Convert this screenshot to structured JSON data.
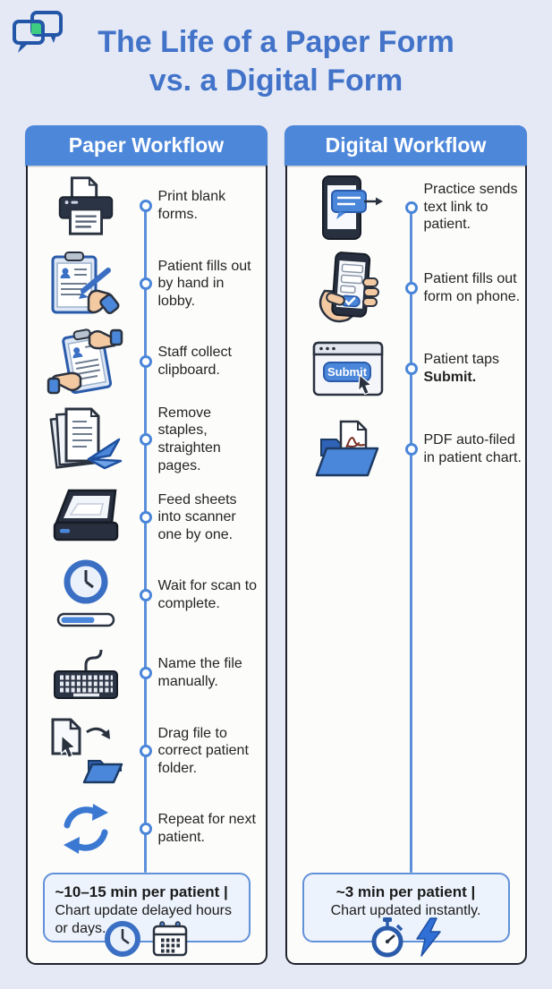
{
  "page": {
    "title_line1": "The Life of a Paper Form",
    "title_line2": "vs. a Digital Form",
    "logo_icon": "chat-bubbles-icon"
  },
  "colors": {
    "background": "#e4e9f5",
    "title_blue": "#4273c9",
    "header_bar_blue": "#4d87da",
    "timeline_blue": "#5b8fd9",
    "panel_border": "#20232e",
    "summary_bg": "#edf3fc",
    "accent_green": "#3ecb82"
  },
  "columns": [
    {
      "id": "paper",
      "title": "Paper Workflow",
      "steps": [
        {
          "icon": "printer-icon",
          "text": "Print blank forms.",
          "bold": ""
        },
        {
          "icon": "clipboard-pen-icon",
          "text": "Patient fills out by hand in lobby.",
          "bold": ""
        },
        {
          "icon": "hands-clipboard-icon",
          "text": "Staff collect clipboard.",
          "bold": ""
        },
        {
          "icon": "staple-remover-icon",
          "text": "Remove staples, straighten pages.",
          "bold": ""
        },
        {
          "icon": "scanner-icon",
          "text": "Feed sheets into scanner one by one.",
          "bold": ""
        },
        {
          "icon": "clock-progress-icon",
          "text": "Wait for scan to complete.",
          "bold": ""
        },
        {
          "icon": "keyboard-icon",
          "text": "Name the file manually.",
          "bold": ""
        },
        {
          "icon": "drag-file-folder-icon",
          "text": "Drag file to correct patient folder.",
          "bold": ""
        },
        {
          "icon": "repeat-icon",
          "text": "Repeat for next patient.",
          "bold": ""
        }
      ],
      "summary": {
        "line1": "~10–15 min per patient |",
        "line2": "Chart update delayed hours or days.",
        "icons": [
          "clock-icon",
          "calendar-icon"
        ]
      }
    },
    {
      "id": "digital",
      "title": "Digital Workflow",
      "steps": [
        {
          "icon": "phone-message-icon",
          "text": "Practice sends text link to patient.",
          "bold": ""
        },
        {
          "icon": "phone-form-icon",
          "text": "Patient fills out form on phone.",
          "bold": ""
        },
        {
          "icon": "submit-browser-icon",
          "text": "Patient taps ",
          "bold": "Submit.",
          "icon_text": "Submit"
        },
        {
          "icon": "pdf-folder-icon",
          "text": "PDF auto-filed in patient chart.",
          "bold": ""
        }
      ],
      "summary": {
        "line1": "~3 min per patient |",
        "line2": "Chart updated instantly.",
        "icons": [
          "stopwatch-icon",
          "lightning-icon"
        ]
      }
    }
  ]
}
